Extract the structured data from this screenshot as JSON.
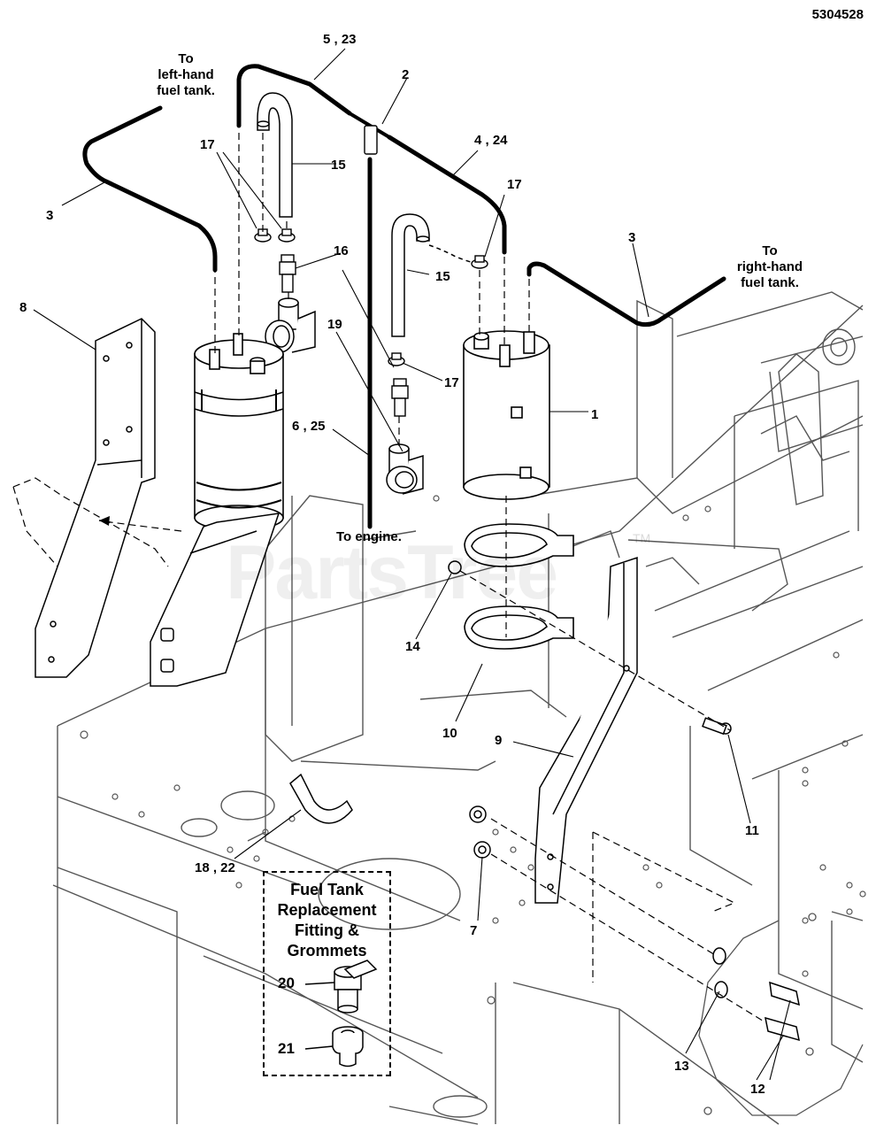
{
  "document": {
    "number": "5304528"
  },
  "watermark": {
    "text": "PartsTree",
    "tm": "TM"
  },
  "annotations": {
    "to_left_tank": [
      "To",
      "left-hand",
      "fuel tank."
    ],
    "to_right_tank": [
      "To",
      "right-hand",
      "fuel tank."
    ],
    "to_engine": "To engine."
  },
  "callout": {
    "title": [
      "Fuel Tank",
      "Replacement",
      "Fitting &",
      "Grommets"
    ],
    "labels": [
      "20",
      "21"
    ]
  },
  "part_labels": [
    {
      "text": "5 , 23"
    },
    {
      "text": "2"
    },
    {
      "text": "4 , 24"
    },
    {
      "text": "17"
    },
    {
      "text": "17"
    },
    {
      "text": "15"
    },
    {
      "text": "3"
    },
    {
      "text": "3"
    },
    {
      "text": "16"
    },
    {
      "text": "15"
    },
    {
      "text": "8"
    },
    {
      "text": "19"
    },
    {
      "text": "17"
    },
    {
      "text": "1"
    },
    {
      "text": "6 , 25"
    },
    {
      "text": "14"
    },
    {
      "text": "10"
    },
    {
      "text": "9"
    },
    {
      "text": "11"
    },
    {
      "text": "18 , 22"
    },
    {
      "text": "7"
    },
    {
      "text": "13"
    },
    {
      "text": "12"
    }
  ],
  "colors": {
    "line": "#000000",
    "frame": "#666666",
    "background": "#ffffff"
  }
}
